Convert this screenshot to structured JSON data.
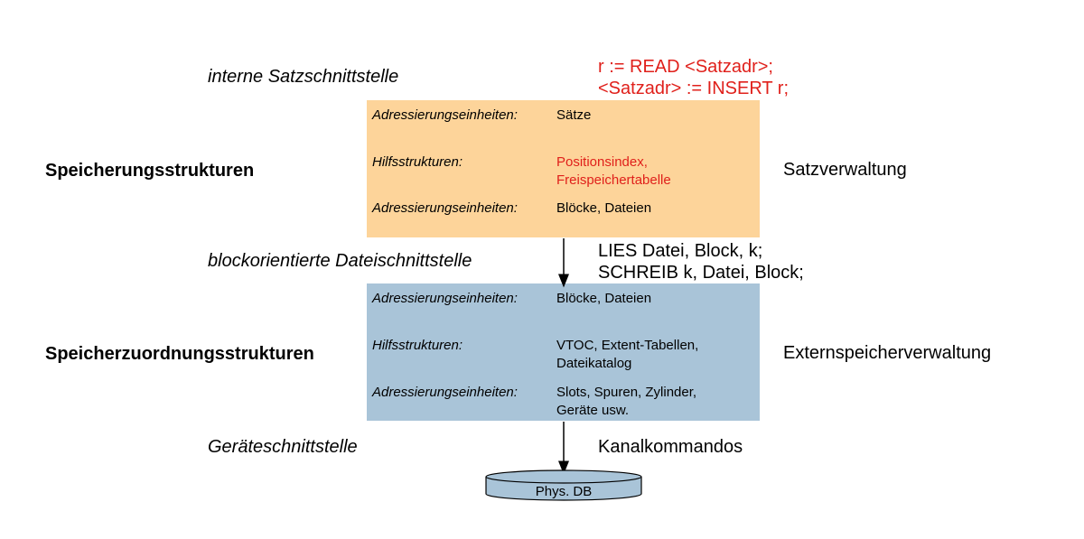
{
  "interfaces": {
    "record": "interne Satzschnittstelle",
    "block": "blockorientierte Dateischnittstelle",
    "device": "Geräteschnittstelle"
  },
  "commands": {
    "record": [
      "r := READ <Satzadr>;",
      "<Satzadr> := INSERT r;"
    ],
    "block": [
      "LIES Datei, Block, k;",
      "SCHREIB k, Datei, Block;"
    ],
    "device": "Kanalkommandos"
  },
  "layers": {
    "storage": {
      "left_label": "Speicherungsstrukturen",
      "right_label": "Satzverwaltung",
      "color": "#fdd49a",
      "rows": [
        {
          "label": "Adressierungseinheiten:",
          "value": [
            "Sätze"
          ]
        },
        {
          "label": "Hilfsstrukturen:",
          "value": [
            "Positionsindex,",
            "Freispeichertabelle"
          ]
        },
        {
          "label": "Adressierungseinheiten:",
          "value": [
            "Blöcke, Dateien"
          ]
        }
      ]
    },
    "allocation": {
      "left_label": "Speicherzuordnungsstrukturen",
      "right_label": "Externspeicherverwaltung",
      "color": "#a9c4d8",
      "rows": [
        {
          "label": "Adressierungseinheiten:",
          "value": [
            "Blöcke, Dateien"
          ]
        },
        {
          "label": "Hilfsstrukturen:",
          "value": [
            "VTOC, Extent-Tabellen,",
            "Dateikatalog"
          ]
        },
        {
          "label": "Adressierungseinheiten:",
          "value": [
            "Slots, Spuren, Zylinder,",
            "Geräte usw."
          ]
        }
      ]
    }
  },
  "database": {
    "label": "Phys. DB",
    "color": "#a9c4d8"
  },
  "colors": {
    "highlight": "#e0201b"
  }
}
